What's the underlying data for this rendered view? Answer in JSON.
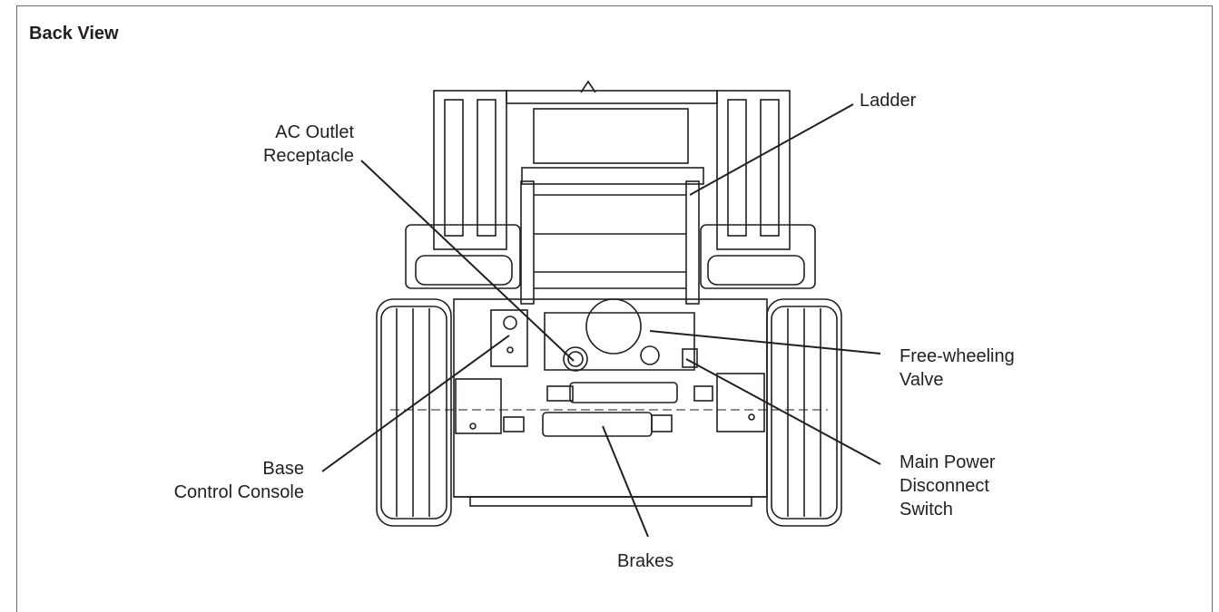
{
  "title": "Back View",
  "labels": {
    "ladder": [
      "Ladder"
    ],
    "ac_outlet": [
      "AC Outlet",
      "Receptacle"
    ],
    "free_wheeling": [
      "Free-wheeling",
      "Valve"
    ],
    "base_console": [
      "Base",
      "Control Console"
    ],
    "main_power": [
      "Main Power",
      "Disconnect",
      "Switch"
    ],
    "brakes": [
      "Brakes"
    ]
  }
}
